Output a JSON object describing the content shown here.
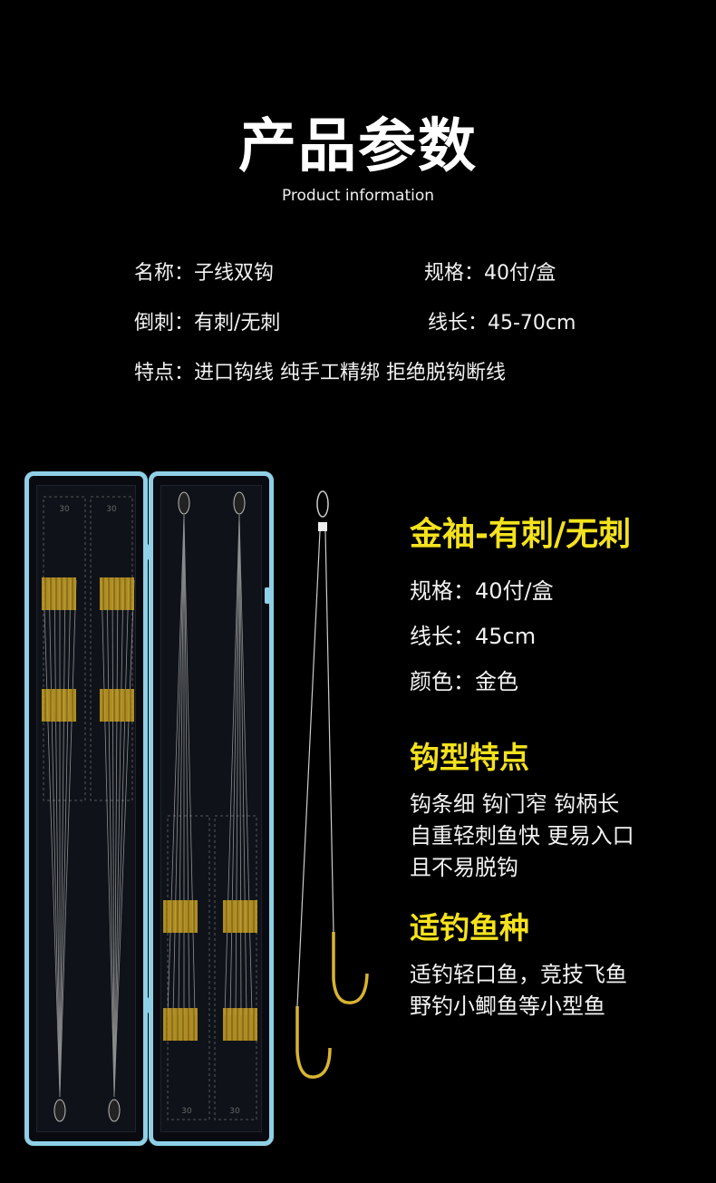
{
  "header": {
    "title": "产品参数",
    "subtitle": "Product information"
  },
  "specs": {
    "name": "名称：子线双钩",
    "spec": "规格：40付/盒",
    "barb": "倒刺：有刺/无刺",
    "length": "线长：45-70cm",
    "feature": "特点：进口钩线 纯手工精绑 拒绝脱钩断线"
  },
  "product": {
    "headline": "金袖-有刺/无刺",
    "spec": "规格：40付/盒",
    "length": "线长：45cm",
    "color": "颜色：金色"
  },
  "hook_features": {
    "title": "钩型特点",
    "lines": [
      "钩条细 钩门窄 钩柄长",
      "自重轻刺鱼快 更易入口",
      "且不易脱钩"
    ]
  },
  "fish": {
    "title": "适钓鱼种",
    "lines": [
      "适钓轻口鱼，竞技飞鱼",
      "野钓小鲫鱼等小型鱼"
    ]
  },
  "box_labels": [
    "30",
    "30",
    "30",
    "30"
  ],
  "colors": {
    "accent": "#f4e21d",
    "box_frame": "#8fd0e6",
    "gold": "#c9a227"
  }
}
